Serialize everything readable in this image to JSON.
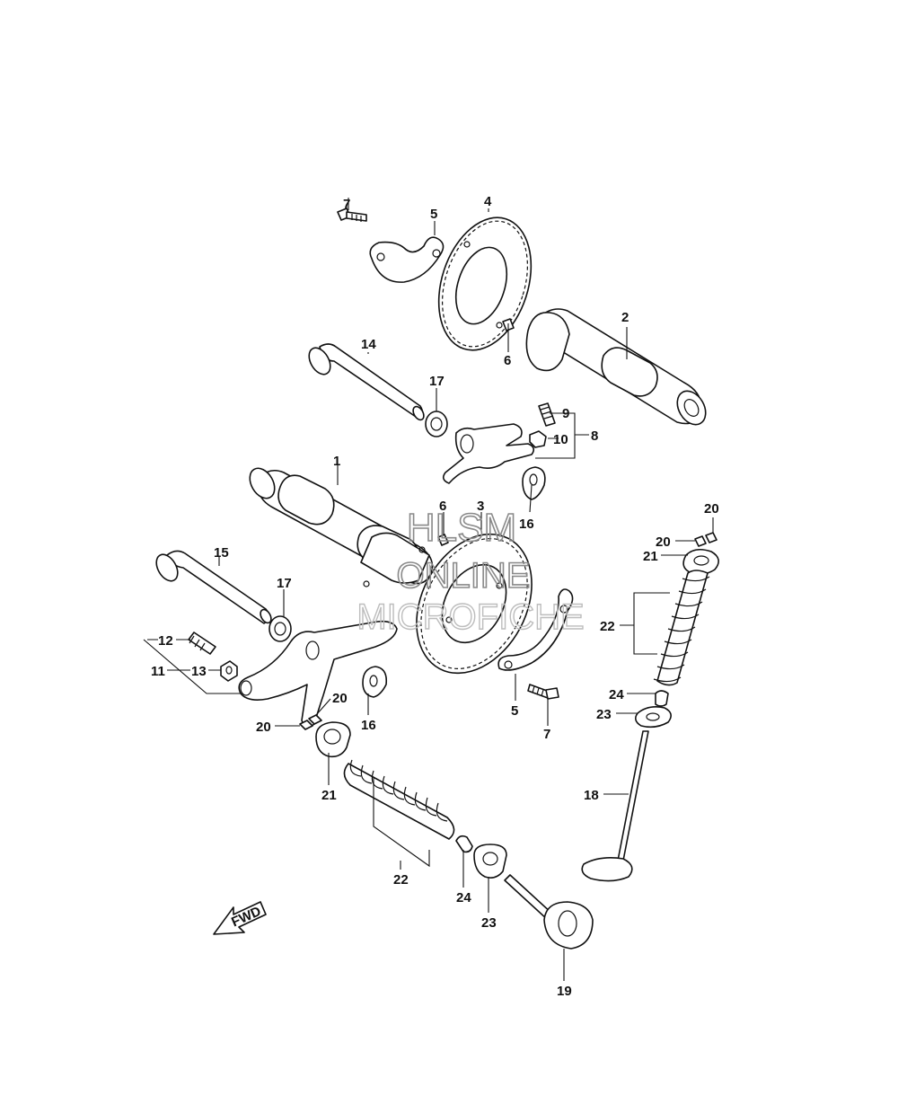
{
  "labels": {
    "l1": "1",
    "l2": "2",
    "l3": "3",
    "l4": "4",
    "l5a": "5",
    "l5b": "5",
    "l6a": "6",
    "l6b": "6",
    "l7a": "7",
    "l7b": "7",
    "l8": "8",
    "l9": "9",
    "l10": "10",
    "l11": "11",
    "l12": "12",
    "l13": "13",
    "l14": "14",
    "l15": "15",
    "l16a": "16",
    "l16b": "16",
    "l17a": "17",
    "l17b": "17",
    "l18": "18",
    "l19": "19",
    "l20a": "20",
    "l20b": "20",
    "l20c": "20",
    "l20d": "20",
    "l21a": "21",
    "l21b": "21",
    "l22a": "22",
    "l22b": "22",
    "l23a": "23",
    "l23b": "23",
    "l24a": "24",
    "l24b": "24"
  },
  "watermark": {
    "line1": "HLSM",
    "line2": "ONLINE",
    "line3": "MICROFICHE"
  },
  "fwd_label": "FWD"
}
